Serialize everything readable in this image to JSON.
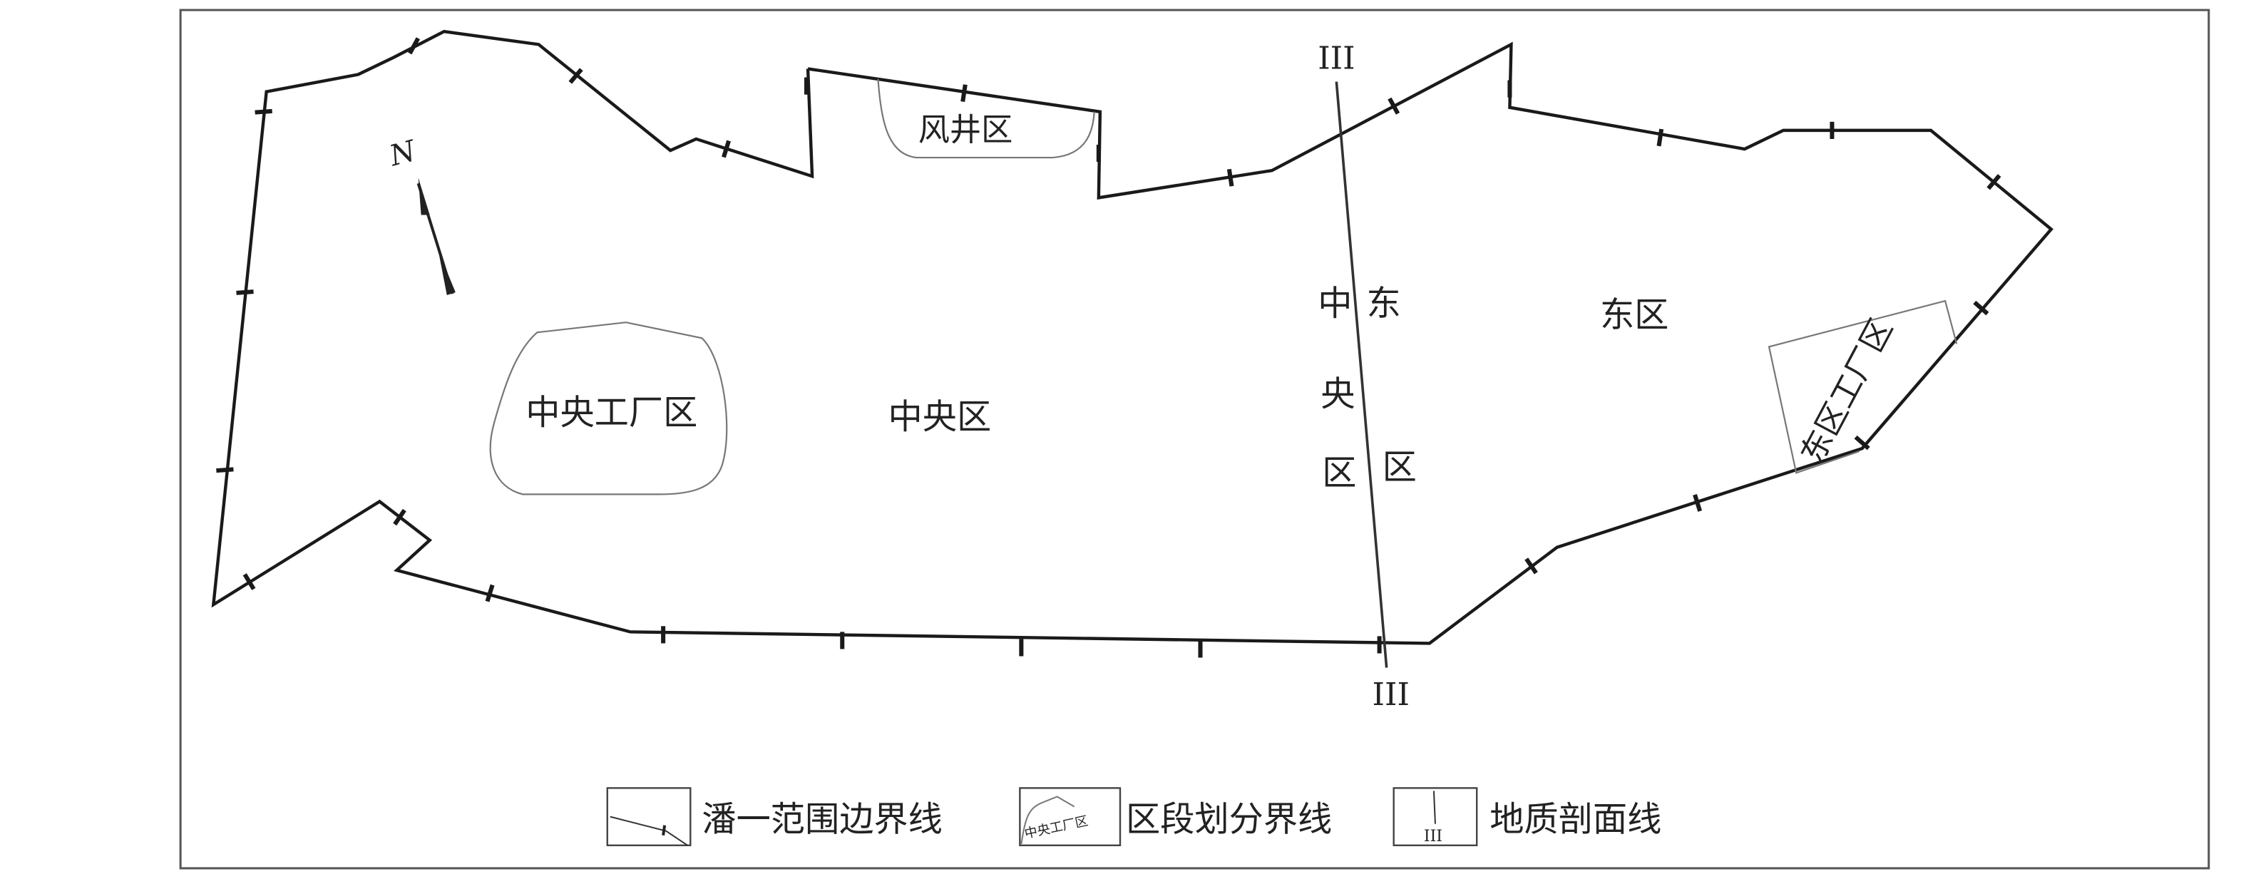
{
  "map": {
    "zones": {
      "central_plant": "中央工厂区",
      "central": "中央区",
      "vent": "风井区",
      "east": "东区",
      "east_plant": "东区工厂区",
      "central_east_col1": [
        "中",
        "央",
        "区"
      ],
      "central_east_col2": [
        "东",
        "区"
      ]
    },
    "section_label_top": "III",
    "section_label_bottom": "III",
    "north_label": "N"
  },
  "legend": {
    "items": [
      {
        "label": "潘一范围边界线",
        "icon": "boundary-line-icon"
      },
      {
        "label": "区段划分界线",
        "icon": "zone-division-icon",
        "sample_text": "中央工厂区"
      },
      {
        "label": "地质剖面线",
        "icon": "section-line-icon",
        "sample_text": "III"
      }
    ]
  },
  "colors": {
    "line": "#1a1a1a",
    "zone_line": "#777777",
    "frame": "#555555"
  }
}
